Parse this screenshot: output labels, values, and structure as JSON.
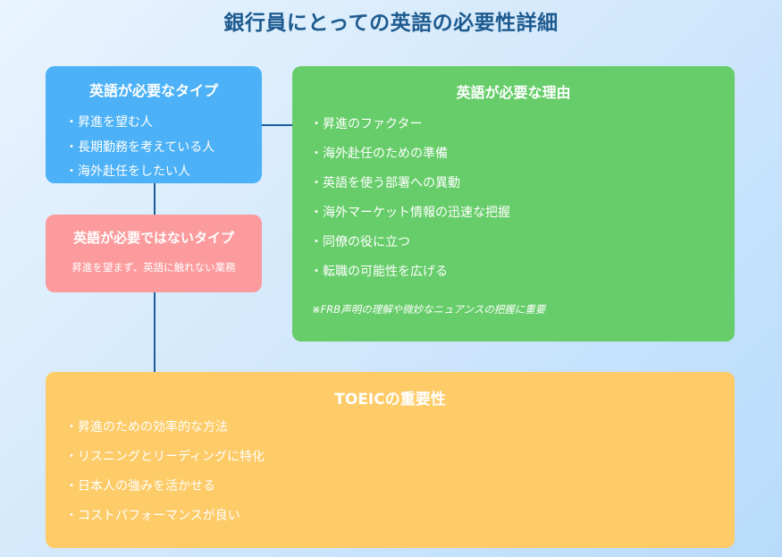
{
  "title": "銀行員にとっての英語の必要性詳細",
  "need_type": {
    "heading": "英語が必要なタイプ",
    "items": [
      "昇進を望む人",
      "長期勤務を考えている人",
      "海外赴任をしたい人"
    ]
  },
  "no_need_type": {
    "heading": "英語が必要ではないタイプ",
    "description": "昇進を望まず、英語に触れない業務"
  },
  "reasons": {
    "heading": "英語が必要な理由",
    "items": [
      "昇進のファクター",
      "海外赴任のための準備",
      "英語を使う部署への異動",
      "海外マーケット情報の迅速な把握",
      "同僚の役に立つ",
      "転職の可能性を広げる"
    ],
    "note": "※FRB声明の理解や微妙なニュアンスの把握に重要"
  },
  "toeic": {
    "heading": "TOEICの重要性",
    "items": [
      "昇進のための効率的な方法",
      "リスニングとリーディングに特化",
      "日本人の強みを活かせる",
      "コストパフォーマンスが良い"
    ]
  },
  "colors": {
    "need": "#4cb1f6",
    "no_need": "#fb9b9d",
    "reasons": "#67cd6a",
    "toeic": "#fdcb67",
    "arrow": "#1a5e9b",
    "title": "#1d5a8e"
  }
}
